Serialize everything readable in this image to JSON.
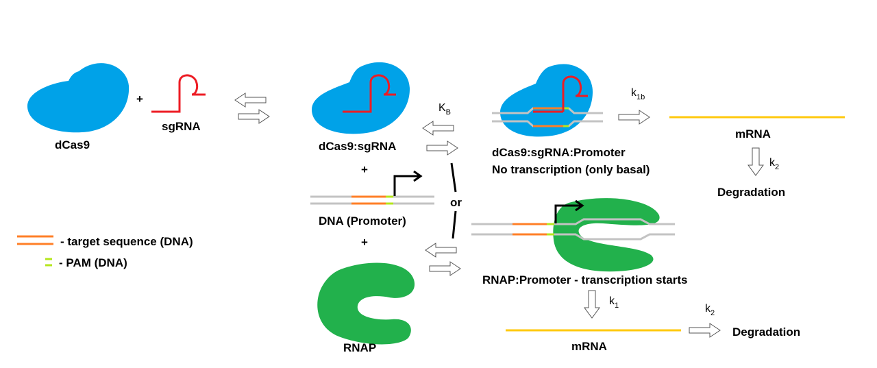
{
  "colors": {
    "dcas9": "#00a2e8",
    "sgrna": "#ed1c24",
    "rnap": "#22b14c",
    "dna": "#c3c3c3",
    "target": "#ff7f27",
    "pam": "#b5e61d",
    "mrna": "#ffc90e"
  },
  "labels": {
    "dcas9": "dCas9",
    "sgrna": "sgRNA",
    "complex": "dCas9:sgRNA",
    "dna_promoter": "DNA (Promoter)",
    "rnap": "RNAP",
    "repressed_title": "dCas9:sgRNA:Promoter",
    "repressed_note": "No transcription (only basal)",
    "active": "RNAP:Promoter - transcription starts",
    "mrna_top": "mRNA",
    "mrna_bottom": "mRNA",
    "degradation_top": "Degradation",
    "degradation_bottom": "Degradation",
    "or": "or",
    "plus": "+"
  },
  "rates": {
    "kb_main": "K",
    "kb_sub": "B",
    "k1b_main": "k",
    "k1b_sub": "1b",
    "k2_top_main": "k",
    "k2_top_sub": "2",
    "k1_main": "k",
    "k1_sub": "1",
    "k2_bottom_main": "k",
    "k2_bottom_sub": "2"
  },
  "legend": {
    "target": "- target sequence (DNA)",
    "pam": "- PAM (DNA)"
  }
}
